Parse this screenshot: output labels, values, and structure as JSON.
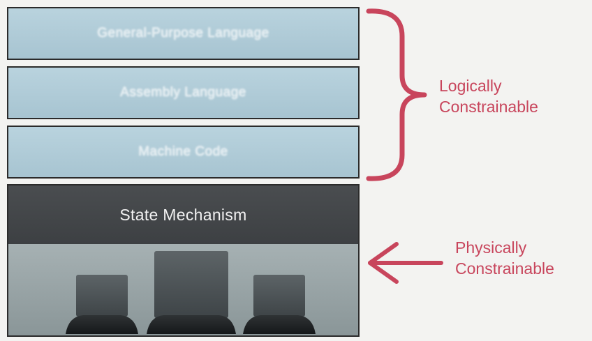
{
  "layers": [
    {
      "label": "General-Purpose Language"
    },
    {
      "label": "Assembly Language"
    },
    {
      "label": "Machine Code"
    }
  ],
  "state_block": {
    "title": "State Mechanism",
    "machines": [
      "machine-left",
      "machine-center",
      "machine-right"
    ]
  },
  "annotations": {
    "logical": {
      "line1": "Logically",
      "line2": "Constrainable"
    },
    "physical": {
      "line1": "Physically",
      "line2": "Constrainable"
    }
  },
  "colors": {
    "accent": "#c8455c",
    "layer_fill": "#b3cdd9",
    "state_header": "#444749",
    "state_body": "#9aa5a7"
  },
  "icons": [
    "curly-brace-icon",
    "left-arrow-icon"
  ]
}
